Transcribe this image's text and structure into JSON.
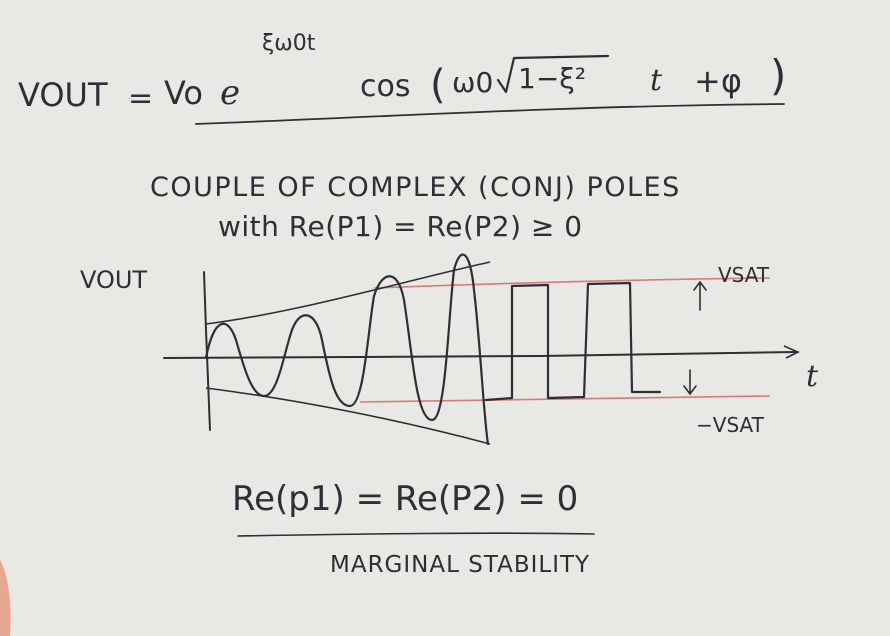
{
  "equation": {
    "lhs": "VOUT",
    "equals": "=",
    "amplitude": "Vo",
    "exp_base": "e",
    "exponent": "ξω0t",
    "cos": "cos",
    "open_paren": "(",
    "omega": "ω0",
    "sqrt_arg": "1−ξ²",
    "t_term": "t",
    "plus_phi": "+φ",
    "close_paren": ")"
  },
  "description": {
    "line1": "COUPLE OF COMPLEX (CONJ) POLES",
    "line2": "with  Re(P1) = Re(P2) ≥ 0"
  },
  "graph": {
    "y_label": "VOUT",
    "x_label": "t",
    "vsat_pos": "VSAT",
    "vsat_neg": "−VSAT"
  },
  "condition": {
    "equation": "Re(p1) = Re(P2) = 0",
    "label": "MARGINAL STABILITY"
  },
  "colors": {
    "background": "#e8e8e4",
    "ink": "#2e2e38",
    "saturation_lines": "#d87a7a",
    "skin_edge": "#e59a80"
  }
}
